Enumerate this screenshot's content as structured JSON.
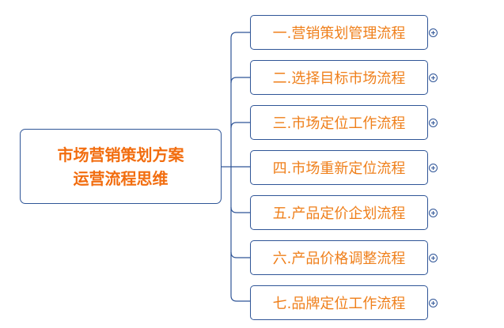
{
  "mindmap": {
    "root": {
      "line1": "市场营销策划方案",
      "line2": "运营流程思维"
    },
    "branches": [
      {
        "label": "一.营销策划管理流程"
      },
      {
        "label": "二.选择目标市场流程"
      },
      {
        "label": "三.市场定位工作流程"
      },
      {
        "label": "四.市场重新定位流程"
      },
      {
        "label": "五.产品定价企划流程"
      },
      {
        "label": "六.产品价格调整流程"
      },
      {
        "label": "七.品牌定位工作流程"
      }
    ],
    "expand_icon": "plus-circle-icon",
    "colors": {
      "line": "#2f5597",
      "root_text": "#f26d0f",
      "branch_text": "#ef7f1a",
      "background": "#ffffff"
    }
  }
}
